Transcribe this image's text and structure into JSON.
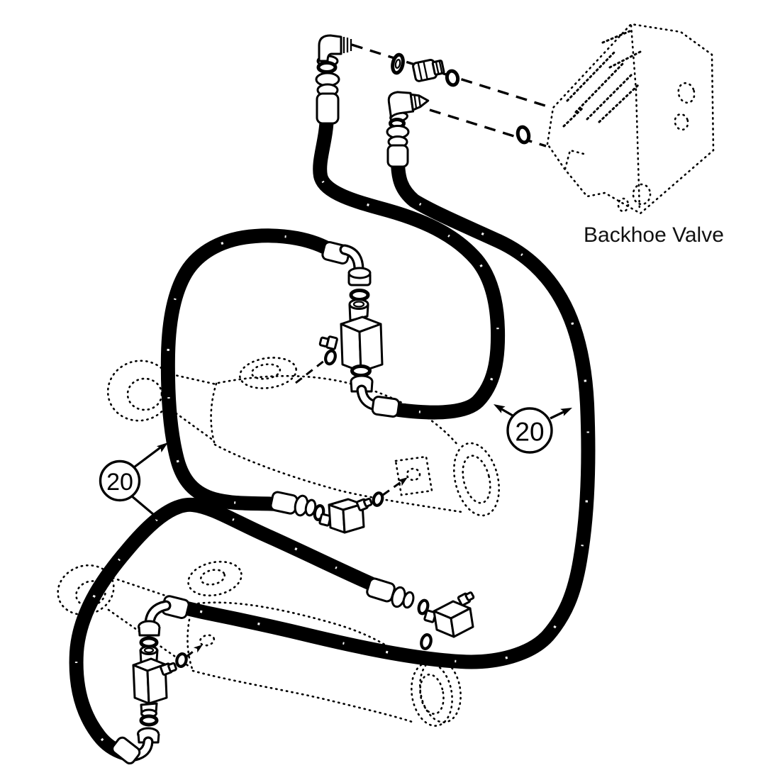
{
  "page": {
    "background": "#ffffff",
    "ink": "#000000"
  },
  "labels": {
    "valve": "Backhoe Valve"
  },
  "callouts": {
    "left": {
      "number": "20"
    },
    "right": {
      "number": "20"
    }
  },
  "parts": {
    "phantom_components": [
      "backhoe-valve",
      "cylinder-upper",
      "cylinder-lower"
    ],
    "hoses": [
      "hose-upper-left",
      "hose-right-loop",
      "hose-left-loop",
      "hose-lower-cross"
    ],
    "fitting_icons": [
      "elbow-fitting-icon",
      "connector-nut-icon",
      "o-ring-icon",
      "hose-end-nut-icon",
      "restrictor-block-icon",
      "square-elbow-icon"
    ]
  }
}
